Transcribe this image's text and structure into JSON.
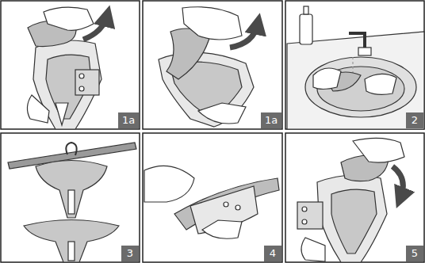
{
  "diagram": {
    "labels": [
      "1a",
      "1a",
      "2",
      "3",
      "4",
      "5"
    ]
  }
}
